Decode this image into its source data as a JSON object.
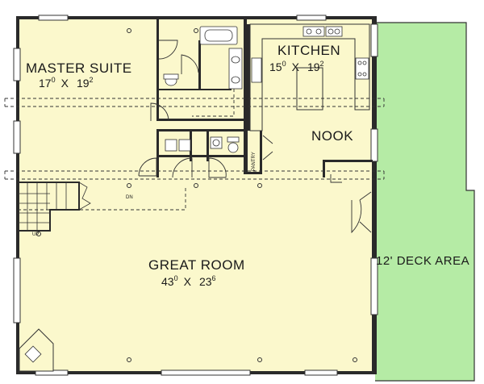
{
  "colors": {
    "floor": "#fbf8cc",
    "deck": "#b5eba5",
    "wall": "#2a2a2a",
    "line": "#333333",
    "window": "#9aa0a0",
    "background": "#ffffff"
  },
  "rooms": {
    "master_suite": {
      "name": "MASTER SUITE",
      "dim_a": "17",
      "dim_a_sup": "0",
      "dim_sep": "X",
      "dim_b": "19",
      "dim_b_sup": "2"
    },
    "kitchen": {
      "name": "KITCHEN",
      "dim_a": "15",
      "dim_a_sup": "0",
      "dim_sep": "X",
      "dim_b": "19",
      "dim_b_sup": "2"
    },
    "nook": {
      "name": "NOOK"
    },
    "great_room": {
      "name": "GREAT ROOM",
      "dim_a": "43",
      "dim_a_sup": "0",
      "dim_sep": "X",
      "dim_b": "23",
      "dim_b_sup": "6"
    },
    "deck": {
      "name": "12' DECK AREA"
    }
  },
  "labels": {
    "pantry": "PANTRY",
    "stair_dn": "DN",
    "stair_up": "UP"
  }
}
